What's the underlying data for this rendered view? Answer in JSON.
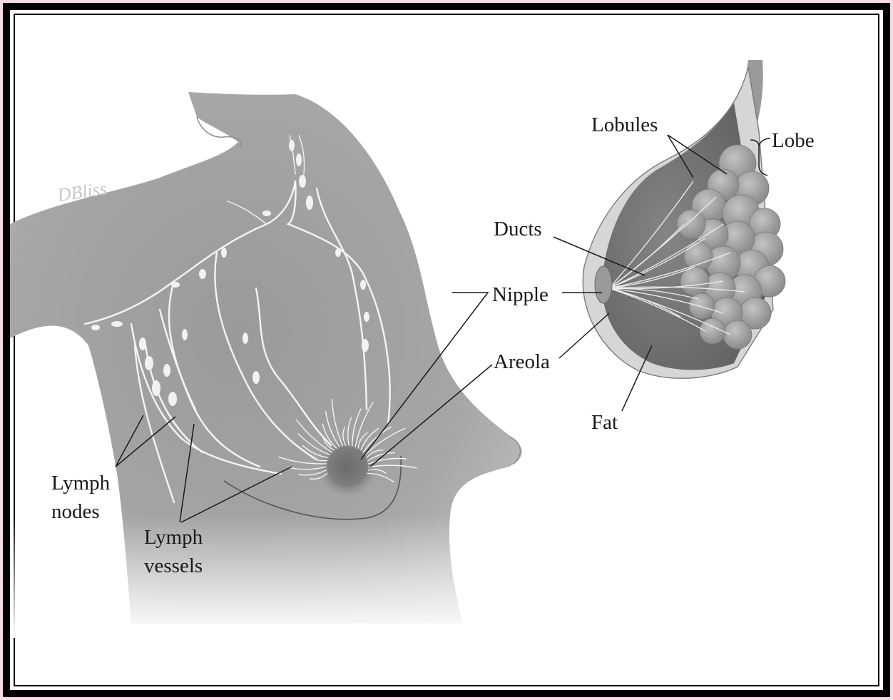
{
  "signature": "DBliss",
  "labels": {
    "lobules": "Lobules",
    "lobe": "Lobe",
    "ducts": "Ducts",
    "nipple": "Nipple",
    "areola": "Areola",
    "fat": "Fat",
    "lymph_nodes_line1": "Lymph",
    "lymph_nodes_line2": "nodes",
    "lymph_vessels_line1": "Lymph",
    "lymph_vessels_line2": "vessels"
  },
  "colors": {
    "frame": "#000000",
    "page_edge": "#f4dbe6",
    "background": "#ffffff",
    "body": "#a3a3a3",
    "vessels": "#f4f4f4",
    "text": "#1a1a1a"
  }
}
